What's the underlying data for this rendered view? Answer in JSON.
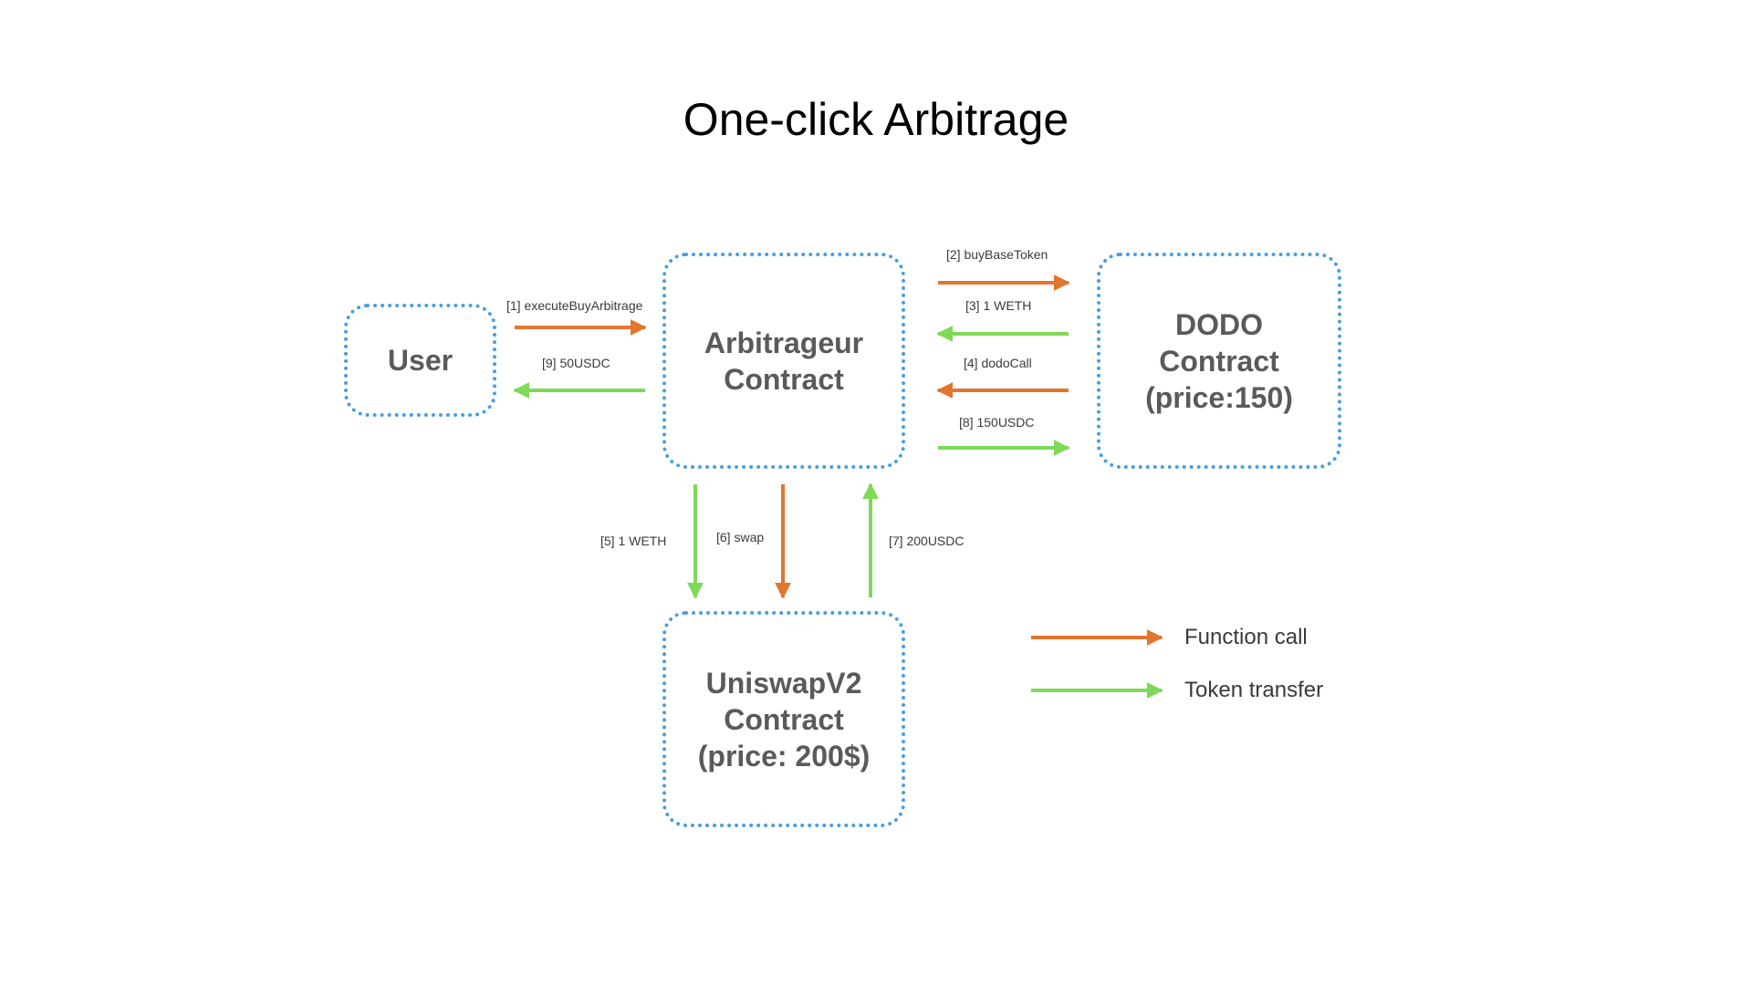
{
  "title": "One-click Arbitrage",
  "colors": {
    "function_call": "#e2762f",
    "token_transfer": "#7ed957",
    "node_border": "#4a9de0",
    "node_text": "#5a5a5a"
  },
  "nodes": {
    "user": {
      "lines": [
        "User"
      ]
    },
    "arbitrageur": {
      "lines": [
        "Arbitrageur",
        "Contract"
      ]
    },
    "dodo": {
      "lines": [
        "DODO",
        "Contract",
        "(price:150)"
      ]
    },
    "uniswap": {
      "lines": [
        "UniswapV2",
        "Contract",
        "(price: 200$)"
      ]
    }
  },
  "edges": [
    {
      "label": "[1] executeBuyArbitrage",
      "from": "User",
      "to": "Arbitrageur Contract",
      "kind": "function_call"
    },
    {
      "label": "[2] buyBaseToken",
      "from": "Arbitrageur Contract",
      "to": "DODO Contract",
      "kind": "function_call"
    },
    {
      "label": "[3] 1 WETH",
      "from": "DODO Contract",
      "to": "Arbitrageur Contract",
      "kind": "token_transfer"
    },
    {
      "label": "[4] dodoCall",
      "from": "DODO Contract",
      "to": "Arbitrageur Contract",
      "kind": "function_call"
    },
    {
      "label": "[5] 1 WETH",
      "from": "Arbitrageur Contract",
      "to": "UniswapV2 Contract",
      "kind": "token_transfer"
    },
    {
      "label": "[6] swap",
      "from": "Arbitrageur Contract",
      "to": "UniswapV2 Contract",
      "kind": "function_call"
    },
    {
      "label": "[7] 200USDC",
      "from": "UniswapV2 Contract",
      "to": "Arbitrageur Contract",
      "kind": "token_transfer"
    },
    {
      "label": "[8] 150USDC",
      "from": "Arbitrageur Contract",
      "to": "DODO Contract",
      "kind": "token_transfer"
    },
    {
      "label": "[9] 50USDC",
      "from": "Arbitrageur Contract",
      "to": "User",
      "kind": "token_transfer"
    }
  ],
  "legend": [
    {
      "label": "Function call",
      "kind": "function_call"
    },
    {
      "label": "Token transfer",
      "kind": "token_transfer"
    }
  ]
}
